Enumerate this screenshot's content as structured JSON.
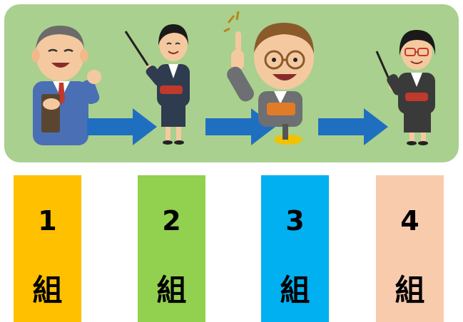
{
  "banner": {
    "background": "#a9d08e",
    "figures": [
      {
        "name": "principal-with-folder",
        "suit": "#4a6fb5"
      },
      {
        "name": "teacher-with-pointer",
        "suit": "#2f3b4f"
      },
      {
        "name": "presenter-raising-finger",
        "suit": "#6d6f73"
      },
      {
        "name": "teacher-with-glasses-and-pointer",
        "suit": "#3a3a3a"
      }
    ],
    "arrow_color": "#1f6fc1"
  },
  "groups": [
    {
      "number": "1",
      "unit": "組",
      "color": "#ffc000"
    },
    {
      "number": "2",
      "unit": "組",
      "color": "#92d050"
    },
    {
      "number": "3",
      "unit": "組",
      "color": "#00b0f0"
    },
    {
      "number": "4",
      "unit": "組",
      "color": "#f8cbad"
    }
  ]
}
